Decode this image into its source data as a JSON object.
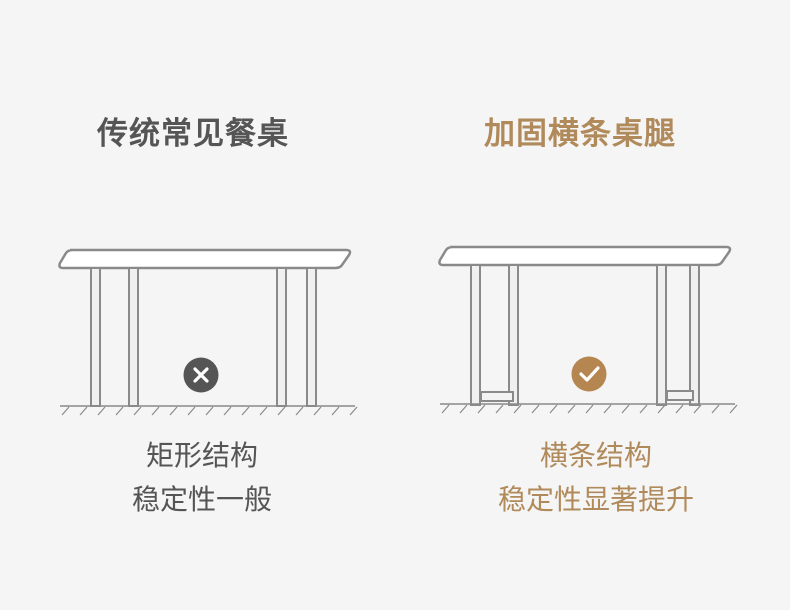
{
  "colors": {
    "left_text": "#555555",
    "right_text": "#b08a5a",
    "line": "#8a8a8a",
    "x_badge": "#555555",
    "check_badge": "#b5864f"
  },
  "left": {
    "title": "传统常见餐桌",
    "line1": "矩形结构",
    "line2": "稳定性一般",
    "icon": "x-icon"
  },
  "right": {
    "title": "加固横条桌腿",
    "line1": "横条结构",
    "line2": "稳定性显著提升",
    "icon": "check-icon"
  }
}
